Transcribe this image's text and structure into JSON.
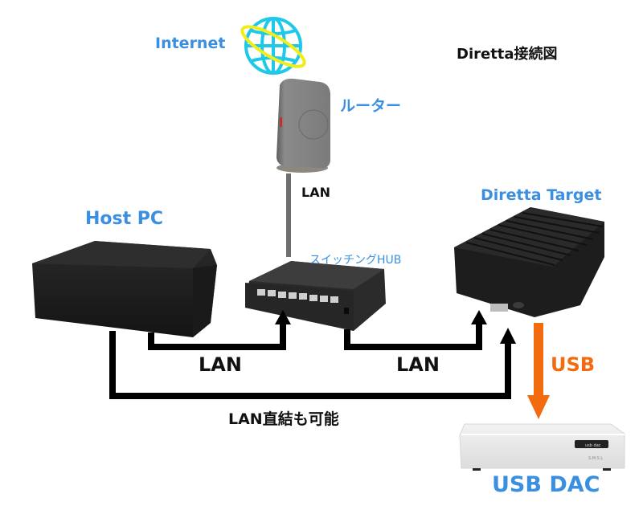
{
  "title": "Diretta接続図",
  "labels": {
    "internet": "Internet",
    "router": "ルーター",
    "lan_router_hub": "LAN",
    "host_pc": "Host PC",
    "diretta_target": "Diretta Target",
    "switching_hub": "スイッチングHUB",
    "lan_host_hub": "LAN",
    "lan_hub_target": "LAN",
    "usb": "USB",
    "lan_direct": "LAN直結も可能",
    "usb_dac": "USB DAC"
  },
  "devices": {
    "dac_display": "usb dac",
    "dac_brand": "S.M.S.L"
  },
  "colors": {
    "label_blue": "#3a8fe0",
    "usb_orange": "#f26b0f",
    "globe_cyan": "#1ec8e8",
    "orbit_yellow": "#f0ee1a",
    "lan_gray": "#6e6e6e",
    "arrow_black": "#000000"
  },
  "connections": [
    {
      "from": "Router",
      "to": "スイッチングHUB",
      "type": "LAN"
    },
    {
      "from": "Host PC",
      "to": "スイッチングHUB",
      "type": "LAN"
    },
    {
      "from": "スイッチングHUB",
      "to": "Diretta Target",
      "type": "LAN"
    },
    {
      "from": "Host PC",
      "to": "Diretta Target",
      "type": "LAN直結も可能"
    },
    {
      "from": "Diretta Target",
      "to": "USB DAC",
      "type": "USB"
    }
  ]
}
